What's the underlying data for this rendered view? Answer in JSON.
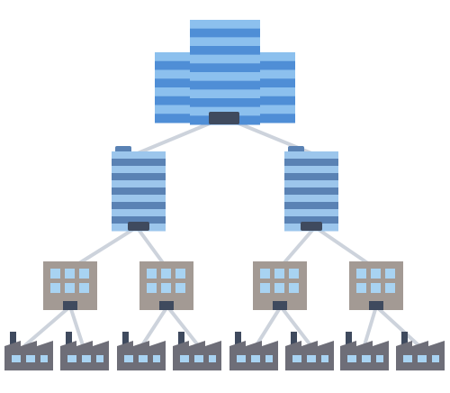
{
  "diagram": {
    "kind": "organization-hierarchy",
    "levels": [
      {
        "level": 1,
        "building": "headquarters-tower",
        "count": 1
      },
      {
        "level": 2,
        "building": "office-tower",
        "count": 2
      },
      {
        "level": 3,
        "building": "office-block",
        "count": 4
      },
      {
        "level": 4,
        "building": "factory",
        "count": 8
      }
    ],
    "colors": {
      "connector": "#cdd3dc",
      "hq_dark": "#4f8ed6",
      "hq_light": "#8cc0ee",
      "tower_dark": "#5a82b4",
      "tower_light": "#9cc6ec",
      "office_wall": "#a39a94",
      "office_window": "#a8d3f2",
      "factory_wall": "#6e6e78",
      "factory_window": "#a8d3f2",
      "door": "#3f4a5e"
    }
  }
}
